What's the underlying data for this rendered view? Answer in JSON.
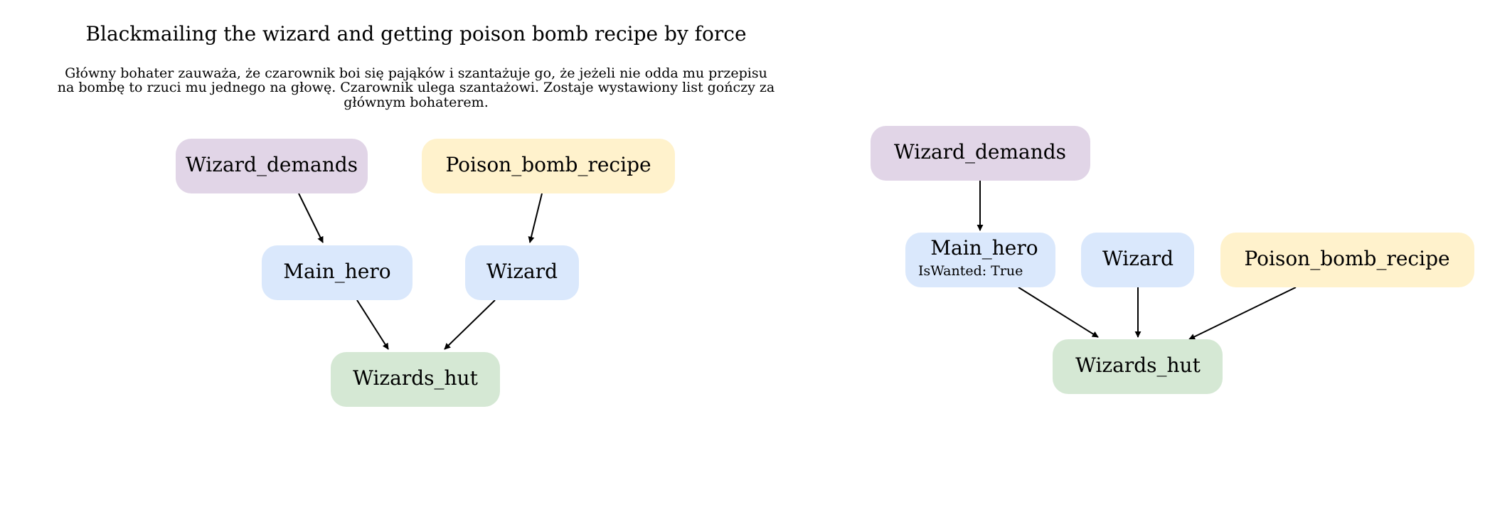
{
  "colors": {
    "purple": "#e1d5e7",
    "blue": "#dae8fc",
    "yellow": "#fff2cc",
    "green": "#d5e8d4",
    "edge": "#000000"
  },
  "left_diagram": {
    "title": "Blackmailing the wizard and getting poison bomb recipe by force",
    "description_lines": [
      "Główny bohater zauważa, że czarownik boi się pająków i szantażuje go, że jeżeli nie odda mu przepisu",
      "na bombę to rzuci mu jednego na głowę. Czarownik ulega szantażowi. Zostaje wystawiony list gończy za",
      "głównym bohaterem."
    ],
    "nodes": {
      "wizard_demands": {
        "label": "Wizard_demands",
        "color": "purple"
      },
      "poison_bomb_recipe": {
        "label": "Poison_bomb_recipe",
        "color": "yellow"
      },
      "main_hero": {
        "label": "Main_hero",
        "color": "blue"
      },
      "wizard": {
        "label": "Wizard",
        "color": "blue"
      },
      "wizards_hut": {
        "label": "Wizards_hut",
        "color": "green"
      }
    },
    "edges": [
      {
        "from": "wizard_demands",
        "to": "main_hero"
      },
      {
        "from": "poison_bomb_recipe",
        "to": "wizard"
      },
      {
        "from": "main_hero",
        "to": "wizards_hut"
      },
      {
        "from": "wizard",
        "to": "wizards_hut"
      }
    ]
  },
  "right_diagram": {
    "nodes": {
      "wizard_demands": {
        "label": "Wizard_demands",
        "color": "purple"
      },
      "main_hero": {
        "label": "Main_hero",
        "attribute": "IsWanted: True",
        "color": "blue"
      },
      "wizard": {
        "label": "Wizard",
        "color": "blue"
      },
      "poison_bomb_recipe": {
        "label": "Poison_bomb_recipe",
        "color": "yellow"
      },
      "wizards_hut": {
        "label": "Wizards_hut",
        "color": "green"
      }
    },
    "edges": [
      {
        "from": "wizard_demands",
        "to": "main_hero"
      },
      {
        "from": "main_hero",
        "to": "wizards_hut"
      },
      {
        "from": "wizard",
        "to": "wizards_hut"
      },
      {
        "from": "poison_bomb_recipe",
        "to": "wizards_hut"
      }
    ]
  }
}
